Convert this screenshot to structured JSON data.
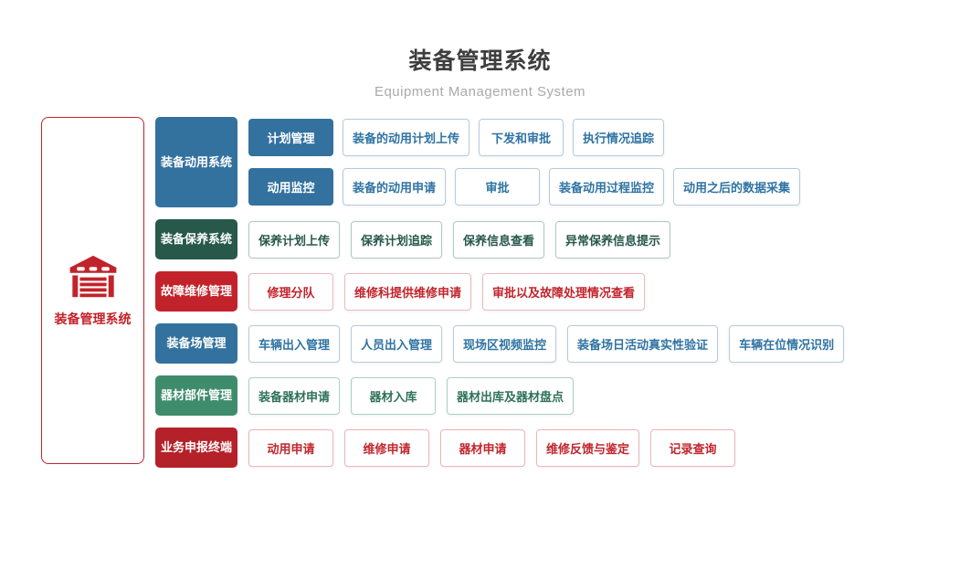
{
  "header": {
    "title": "装备管理系统",
    "subtitle": "Equipment Management System"
  },
  "root": {
    "label": "装备管理系统",
    "icon": "warehouse-icon"
  },
  "colors": {
    "blue": "#33719f",
    "dark_green": "#27584a",
    "red": "#c2232b",
    "green": "#3f8c6d",
    "dark_red": "#b42129",
    "title_text": "#3e3e3e",
    "subtitle_text": "#aaaaaa"
  },
  "groups": [
    {
      "label": "装备动用系统",
      "color": "blue",
      "subrows": [
        {
          "lead": "计划管理",
          "items": [
            "装备的动用计划上传",
            "下发和审批",
            "执行情况追踪"
          ]
        },
        {
          "lead": "动用监控",
          "items": [
            "装备的动用申请",
            "审批",
            "装备动用过程监控",
            "动用之后的数据采集"
          ]
        }
      ]
    },
    {
      "label": "装备保养系统",
      "color": "dark_green",
      "items": [
        "保养计划上传",
        "保养计划追踪",
        "保养信息查看",
        "异常保养信息提示"
      ]
    },
    {
      "label": "故障维修管理",
      "color": "red",
      "items": [
        "修理分队",
        "维修科提供维修申请",
        "审批以及故障处理情况查看"
      ]
    },
    {
      "label": "装备场管理",
      "color": "blue",
      "items": [
        "车辆出入管理",
        "人员出入管理",
        "现场区视频监控",
        "装备场日活动真实性验证",
        "车辆在位情况识别"
      ]
    },
    {
      "label": "器材部件管理",
      "color": "green",
      "items": [
        "装备器材申请",
        "器材入库",
        "器材出库及器材盘点"
      ]
    },
    {
      "label": "业务申报终端",
      "color": "dark_red",
      "items": [
        "动用申请",
        "维修申请",
        "器材申请",
        "维修反馈与鉴定",
        "记录查询"
      ]
    }
  ]
}
